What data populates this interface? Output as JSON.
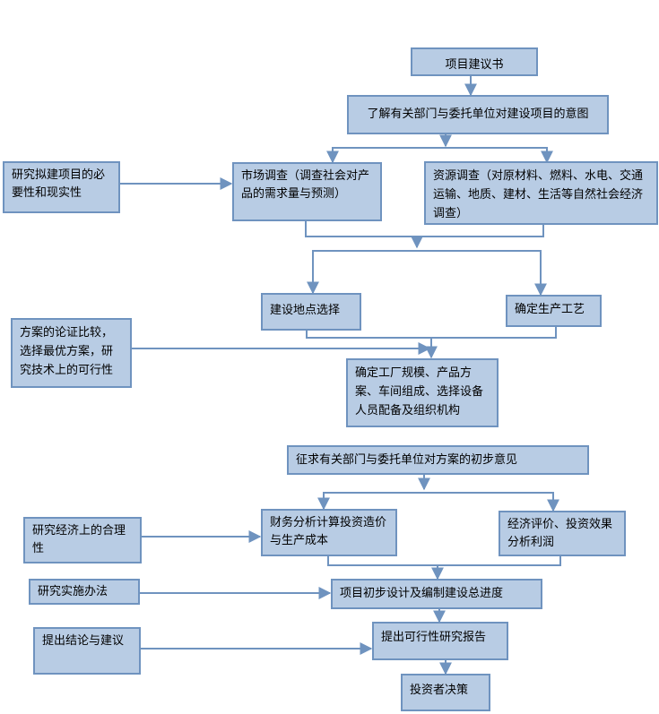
{
  "nodes": {
    "project_proposal": "项目建议书",
    "understand_intent": "了解有关部门与委托单位对建设项目的意图",
    "necessity": "研究拟建项目的必要性和现实性",
    "market_survey": "市场调查（调查社会对产品的需求量与预测）",
    "resource_survey": "资源调查（对原材料、燃料、水电、交通运输、地质、建材、生活等自然社会经济调查）",
    "site_selection": "建设地点选择",
    "production_process": "确定生产工艺",
    "scheme_comparison": "方案的论证比较，选择最优方案，研究技术上的可行性",
    "plant_scale": "确定工厂规模、产品方案、车间组成、选择设备人员配备及组织机构",
    "solicit_opinions": "征求有关部门与委托单位对方案的初步意见",
    "economic_research": "研究经济上的合理性",
    "financial_analysis": "财务分析计算投资造价与生产成本",
    "economic_evaluation": "经济评价、投资效果分析利润",
    "implementation": "研究实施办法",
    "preliminary_design": "项目初步设计及编制建设总进度",
    "conclusion": "提出结论与建议",
    "feasibility_report": "提出可行性研究报告",
    "investor_decision": "投资者决策"
  },
  "colors": {
    "box_fill": "#b8cce4",
    "box_border": "#6f93bf",
    "connector": "#6f93bf"
  }
}
